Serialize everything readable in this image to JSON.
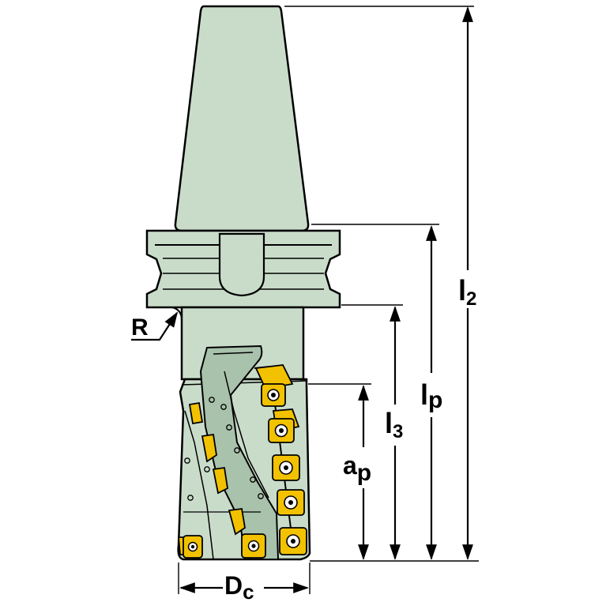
{
  "colors": {
    "body": "#c9dcca",
    "body_dark": "#a9c2ab",
    "insert": "#f2c200",
    "insert_dark": "#c99a00",
    "line": "#000000",
    "background": "#ffffff"
  },
  "dimensions": {
    "l2": {
      "main": "l",
      "sub": "2"
    },
    "lp": {
      "main": "l",
      "sub": "p"
    },
    "l3": {
      "main": "l",
      "sub": "3"
    },
    "ap": {
      "main": "a",
      "sub": "p"
    },
    "dc": {
      "main": "D",
      "sub": "c"
    },
    "r": {
      "main": "R"
    }
  },
  "icons": {
    "tool": "milling-cutter-icon",
    "insert": "square-insert-icon"
  }
}
